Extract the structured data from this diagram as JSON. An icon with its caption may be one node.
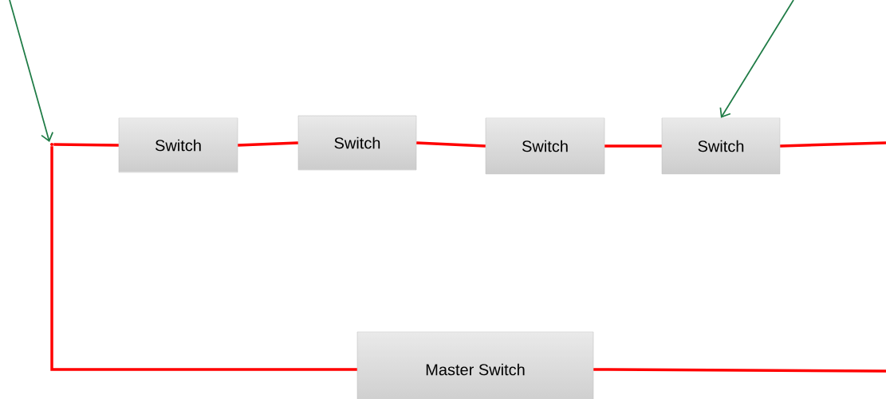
{
  "diagram": {
    "nodes": [
      {
        "text": [],
        "shape": "junction"
      },
      {
        "text": [
          "Switch"
        ]
      },
      {
        "text": [
          "Switch"
        ]
      },
      {
        "text": [
          "Switch"
        ]
      },
      {
        "text": [
          "Switch"
        ]
      },
      {
        "text": [
          "Master Switch"
        ]
      }
    ],
    "edges": [
      {
        "from": null,
        "to": 0,
        "arrow": "to",
        "color": "#1e7b45"
      },
      {
        "from": null,
        "to": 4,
        "arrow": "to",
        "color": "#1e7b45"
      },
      {
        "from": 0,
        "to": 1,
        "arrow": "none"
      },
      {
        "from": 1,
        "to": 2,
        "arrow": "none"
      },
      {
        "from": 2,
        "to": 3,
        "arrow": "none"
      },
      {
        "from": 3,
        "to": 4,
        "arrow": "none"
      },
      {
        "from": 4,
        "to": null,
        "arrow": "none"
      },
      {
        "from": 0,
        "to": 5,
        "arrow": "none"
      },
      {
        "from": 5,
        "to": null,
        "arrow": "none"
      }
    ]
  }
}
